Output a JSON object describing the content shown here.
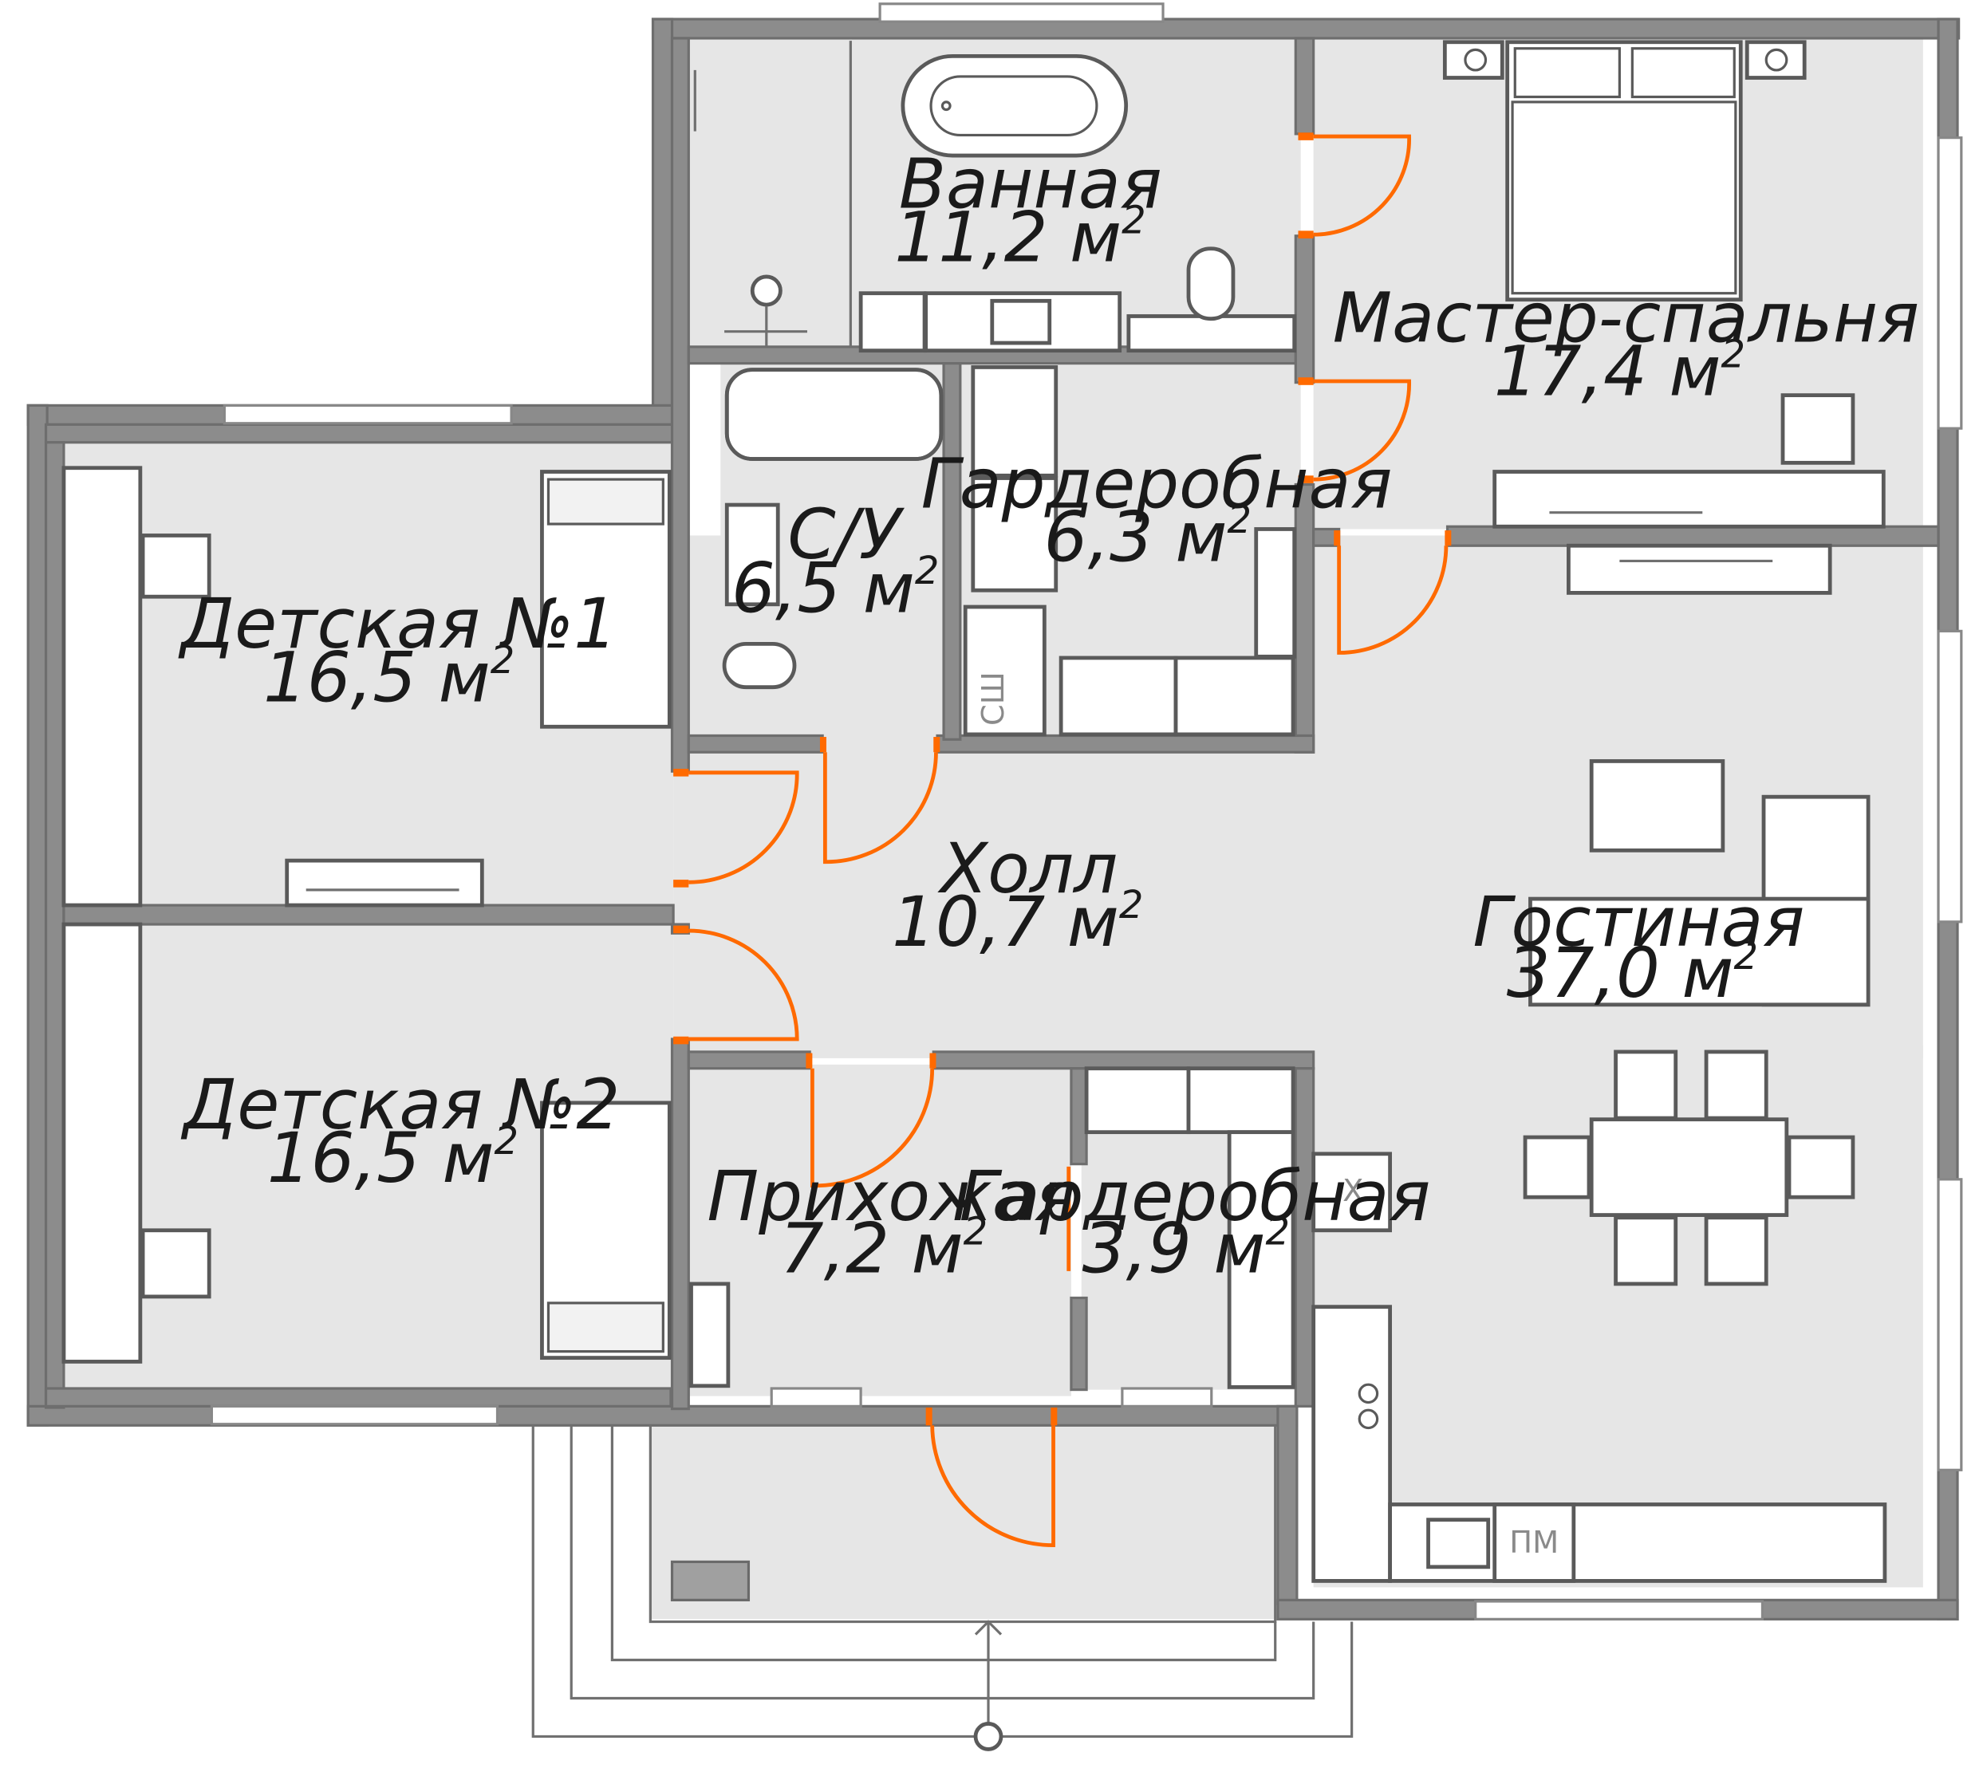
{
  "rooms": [
    {
      "id": "bathroom",
      "name": "Ванная",
      "area": "11,2 м",
      "sup": "2"
    },
    {
      "id": "master",
      "name": "Мастер-спальня",
      "area": "17,4 м",
      "sup": "2"
    },
    {
      "id": "wardrobe1",
      "name": "Гардеробная",
      "area": "6,3 м",
      "sup": "2"
    },
    {
      "id": "wc",
      "name": "С/У",
      "area": "6,5 м",
      "sup": "2"
    },
    {
      "id": "kids1",
      "name": "Детская №1",
      "area": "16,5 м",
      "sup": "2"
    },
    {
      "id": "hall",
      "name": "Холл",
      "area": "10,7 м",
      "sup": "2"
    },
    {
      "id": "living",
      "name": "Гостиная",
      "area": "37,0 м",
      "sup": "2"
    },
    {
      "id": "kids2",
      "name": "Детская №2",
      "area": "16,5 м",
      "sup": "2"
    },
    {
      "id": "entry",
      "name": "Прихожая",
      "area": "7,2 м",
      "sup": "2"
    },
    {
      "id": "wardrobe2",
      "name": "Гардеробная",
      "area": "3,9 м",
      "sup": "2"
    }
  ],
  "tags": {
    "shaft": "СШ",
    "dishwasher": "ПМ",
    "fridge": "X"
  },
  "colors": {
    "wall": "#8c8c8c",
    "floor": "#e6e6e6",
    "door": "#ff6a00",
    "furniture_stroke": "#5a5a5a"
  }
}
